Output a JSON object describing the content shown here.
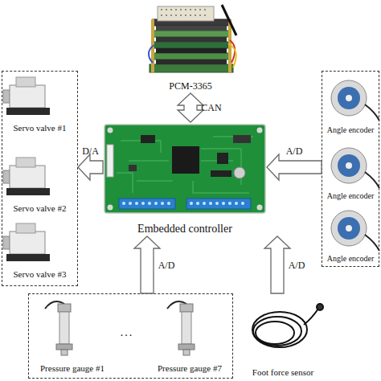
{
  "diagram": {
    "nodes": [
      {
        "text": [
          "PCM-3365"
        ]
      },
      {
        "text": []
      },
      {
        "text": [
          "Servo valve #1"
        ],
        "in": 1
      },
      {
        "text": [
          "Servo valve #2"
        ],
        "in": 1
      },
      {
        "text": [
          "Servo valve #3"
        ],
        "in": 1
      },
      {
        "text": [
          "Embedded controller"
        ]
      },
      {
        "text": []
      },
      {
        "text": [
          "Angle encoder"
        ],
        "in": 6
      },
      {
        "text": [
          "Angle encoder"
        ],
        "in": 6
      },
      {
        "text": [
          "Angle encoder"
        ],
        "in": 6
      },
      {
        "text": []
      },
      {
        "text": [
          "Pressure gauge #1"
        ],
        "in": 10
      },
      {
        "text": [
          "Pressure gauge #7"
        ],
        "in": 10
      },
      {
        "text": [
          "Foot force sensor"
        ]
      }
    ],
    "edges": [
      {
        "from": 0,
        "to": 5,
        "label": "CAN",
        "arrow": "both"
      },
      {
        "from": 5,
        "to": 1,
        "label": "D/A",
        "arrow": "to"
      },
      {
        "from": 6,
        "to": 5,
        "label": "A/D",
        "arrow": "to"
      },
      {
        "from": 10,
        "to": 5,
        "label": "A/D",
        "arrow": "to"
      },
      {
        "from": 13,
        "to": 5,
        "label": "A/D",
        "arrow": "to"
      }
    ],
    "labels": [
      "..."
    ]
  }
}
